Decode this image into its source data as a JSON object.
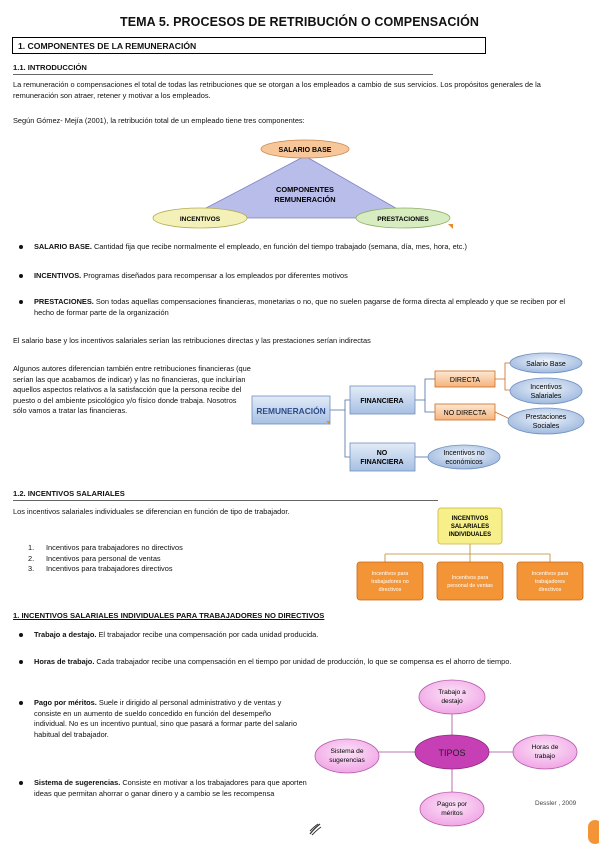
{
  "title": "TEMA 5. PROCESOS DE RETRIBUCIÓN O COMPENSACIÓN",
  "section1": {
    "heading": "1. COMPONENTES DE LA REMUNERACIÓN",
    "sub_heading": "1.1. INTRODUCCIÓN",
    "intro": "La remuneración o compensaciones el total de todas las retribuciones que se otorgan a los empleados a cambio de sus servicios. Los propósitos generales de la remuneración son atraer, retener y motivar a los empleados.",
    "gomez": "Según Gómez- Mejía (2001), la retribución total de un empleado tiene tres componentes:",
    "triangle": {
      "top": "SALARIO BASE",
      "center_line1": "COMPONENTES",
      "center_line2": "REMUNERACIÓN",
      "left": "INCENTIVOS",
      "right": "PRESTACIONES"
    },
    "bullets": [
      {
        "term": "SALARIO BASE.",
        "text": " Cantidad fija que recibe normalmente el empleado, en función del tiempo trabajado (semana, día, mes, hora, etc.)"
      },
      {
        "term": "INCENTIVOS.",
        "text": " Programas diseñados para recompensar a los empleados por diferentes motivos"
      },
      {
        "term": "PRESTACIONES.",
        "text": " Son todas aquellas compensaciones financieras, monetarias o no, que no suelen pagarse de forma directa al empleado y que se reciben por el hecho de formar parte de la organización"
      }
    ],
    "direct_note": "El salario base y los incentivos salariales serían las retribuciones directas y las prestaciones serían indirectas",
    "authors": "Algunos autores diferencian también entre retribuciones financieras (que serían las que acabamos de indicar) y las no financieras, que incluirían aquellos aspectos relativos a la satisfacción que la persona recibe del puesto o del ambiente psicológico y/o físico donde trabaja. Nosotros sólo vamos a tratar las financieras.",
    "tree": {
      "root": "REMUNERACIÓN",
      "financiera": "FINANCIERA",
      "no_financiera_1": "NO",
      "no_financiera_2": "FINANCIERA",
      "directa": "DIRECTA",
      "no_directa": "NO DIRECTA",
      "salario_base": "Salario Base",
      "incentivos_1": "Incentivos",
      "incentivos_2": "Salariales",
      "prestaciones_1": "Prestaciones",
      "prestaciones_2": "Sociales",
      "incentivos_no_1": "Incentivos no",
      "incentivos_no_2": "económicos"
    }
  },
  "section12": {
    "heading": "1.2. INCENTIVOS SALARIALES",
    "text": "Los incentivos salariales individuales se diferencian en función de tipo de trabajador.",
    "list": [
      {
        "n": "1.",
        "text": "Incentivos para trabajadores no directivos"
      },
      {
        "n": "2.",
        "text": "Incentivos para personal de ventas"
      },
      {
        "n": "3.",
        "text": "Incentivos para trabajadores directivos"
      }
    ],
    "org": {
      "top_1": "INCENTIVOS",
      "top_2": "SALARIALES",
      "top_3": "INDIVIDUALES",
      "child1_1": "Incentivos para",
      "child1_2": "trabajadores no",
      "child1_3": "directivos",
      "child2_1": "Incentivos para",
      "child2_2": "personal de ventas",
      "child3_1": "Incentivos para",
      "child3_2": "trabajadores",
      "child3_3": "directivos"
    }
  },
  "section_nd": {
    "heading": "1.  INCENTIVOS SALARIALES INDIVIDUALES PARA TRABAJADORES NO DIRECTIVOS",
    "bullets": [
      {
        "term": "Trabajo a destajo.",
        "text": " El trabajador recibe una compensación por cada unidad producida."
      },
      {
        "term": "Horas de trabajo.",
        "text": " Cada trabajador recibe una compensación en el tiempo por unidad de producción, lo que se compensa es el ahorro de tiempo."
      },
      {
        "term": "Pago por méritos.",
        "text": " Suele ir dirigido al personal administrativo y de ventas y consiste en un aumento de sueldo concedido en función del desempeño individual. No es un incentivo puntual, sino que pasará a formar parte del salario habitual del trabajador."
      },
      {
        "term": "Sistema de sugerencias.",
        "text": " Consiste en motivar a los trabajadores para que aporten ideas que permitan ahorrar o ganar dinero y a cambio se les recompensa"
      }
    ],
    "tipos": {
      "center": "TIPOS",
      "top_1": "Trabajo a",
      "top_2": "destajo",
      "left_1": "Sistema de",
      "left_2": "sugerencias",
      "right_1": "Horas de",
      "right_2": "trabajo",
      "bottom_1": "Pagos por",
      "bottom_2": "méritos"
    },
    "source": "Dessler , 2009"
  }
}
